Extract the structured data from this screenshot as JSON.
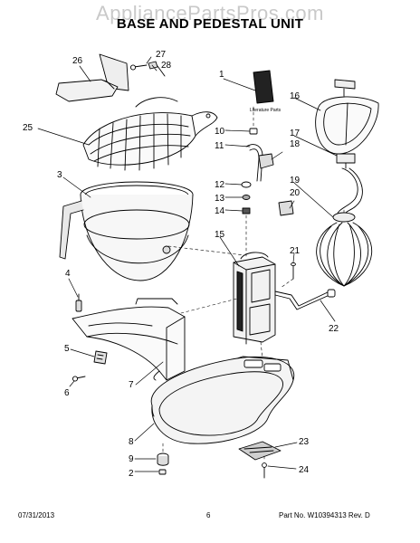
{
  "watermark": "AppliancePartsPros.com",
  "title": "BASE AND PEDESTAL UNIT",
  "literature_label": "Literature Parts",
  "callouts": [
    "1",
    "2",
    "3",
    "4",
    "5",
    "6",
    "7",
    "8",
    "9",
    "10",
    "11",
    "12",
    "13",
    "14",
    "15",
    "16",
    "17",
    "18",
    "19",
    "20",
    "21",
    "22",
    "23",
    "24",
    "25",
    "26",
    "27",
    "28"
  ],
  "footer": {
    "date": "07/31/2013",
    "page": "6",
    "part_no": "Part No.  W10394313  Rev. D"
  }
}
